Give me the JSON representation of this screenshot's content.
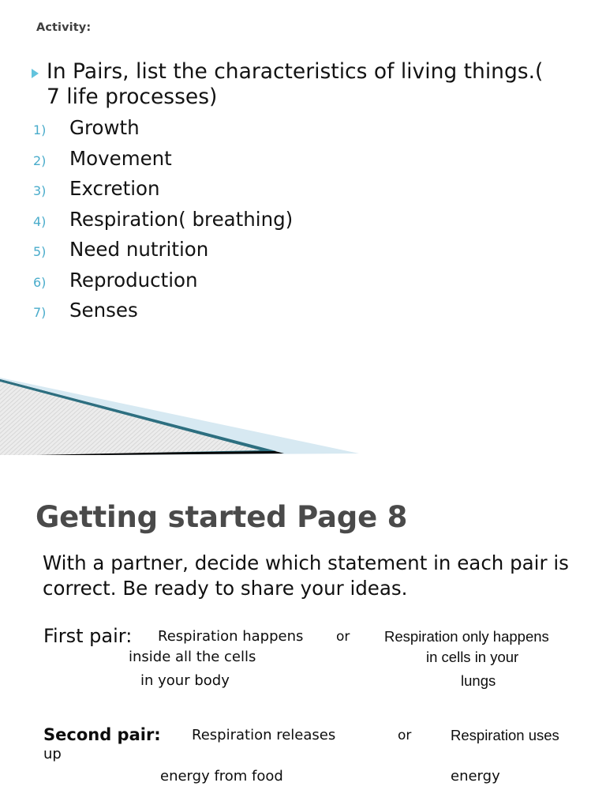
{
  "slide_one": {
    "activity_label": "Activity:",
    "bullet": {
      "marker": "triangle-bullet",
      "text": "In Pairs, list the characteristics of living things.( 7 life processes)"
    },
    "numbered_list": [
      {
        "marker": "1)",
        "text": "Growth"
      },
      {
        "marker": "2)",
        "text": "Movement"
      },
      {
        "marker": "3)",
        "text": "Excretion"
      },
      {
        "marker": "4)",
        "text": "Respiration( breathing)"
      },
      {
        "marker": "5)",
        "text": "Need nutrition"
      },
      {
        "marker": "6)",
        "text": "Reproduction"
      },
      {
        "marker": "7)",
        "text": "Senses"
      }
    ],
    "decoration": {
      "name": "diagonal-wedge-banner",
      "hatch_color": "#e3e3e3",
      "black_wedge_color": "#000000",
      "blue_wedge_color": "#d6e8f1",
      "teal_line_color": "#2d6f80"
    }
  },
  "slide_two": {
    "title": "Getting started Page 8",
    "intro": "With a partner, decide which statement in each pair is correct. Be ready to share your ideas.",
    "pairs": [
      {
        "label": "First pair:",
        "label_bold": false,
        "statement_a": {
          "head": "Respiration happens",
          "line2": "inside all the cells",
          "line3": "in your body"
        },
        "separator": "or",
        "statement_b": {
          "head": "Respiration only happens",
          "line2": "in cells in your",
          "line3": "lungs"
        }
      },
      {
        "label": "Second pair:",
        "label_bold": true,
        "statement_a": {
          "head": "Respiration releases",
          "wrap": "up",
          "line2": "energy from food"
        },
        "separator": "or",
        "statement_b": {
          "head": "Respiration uses",
          "line2": "energy"
        }
      }
    ]
  },
  "colors": {
    "accent_blue": "#4aaccb",
    "bullet_blue": "#63c3dd",
    "title_gray": "#4a4a4a",
    "body_black": "#101010",
    "page_background": "#ffffff"
  }
}
